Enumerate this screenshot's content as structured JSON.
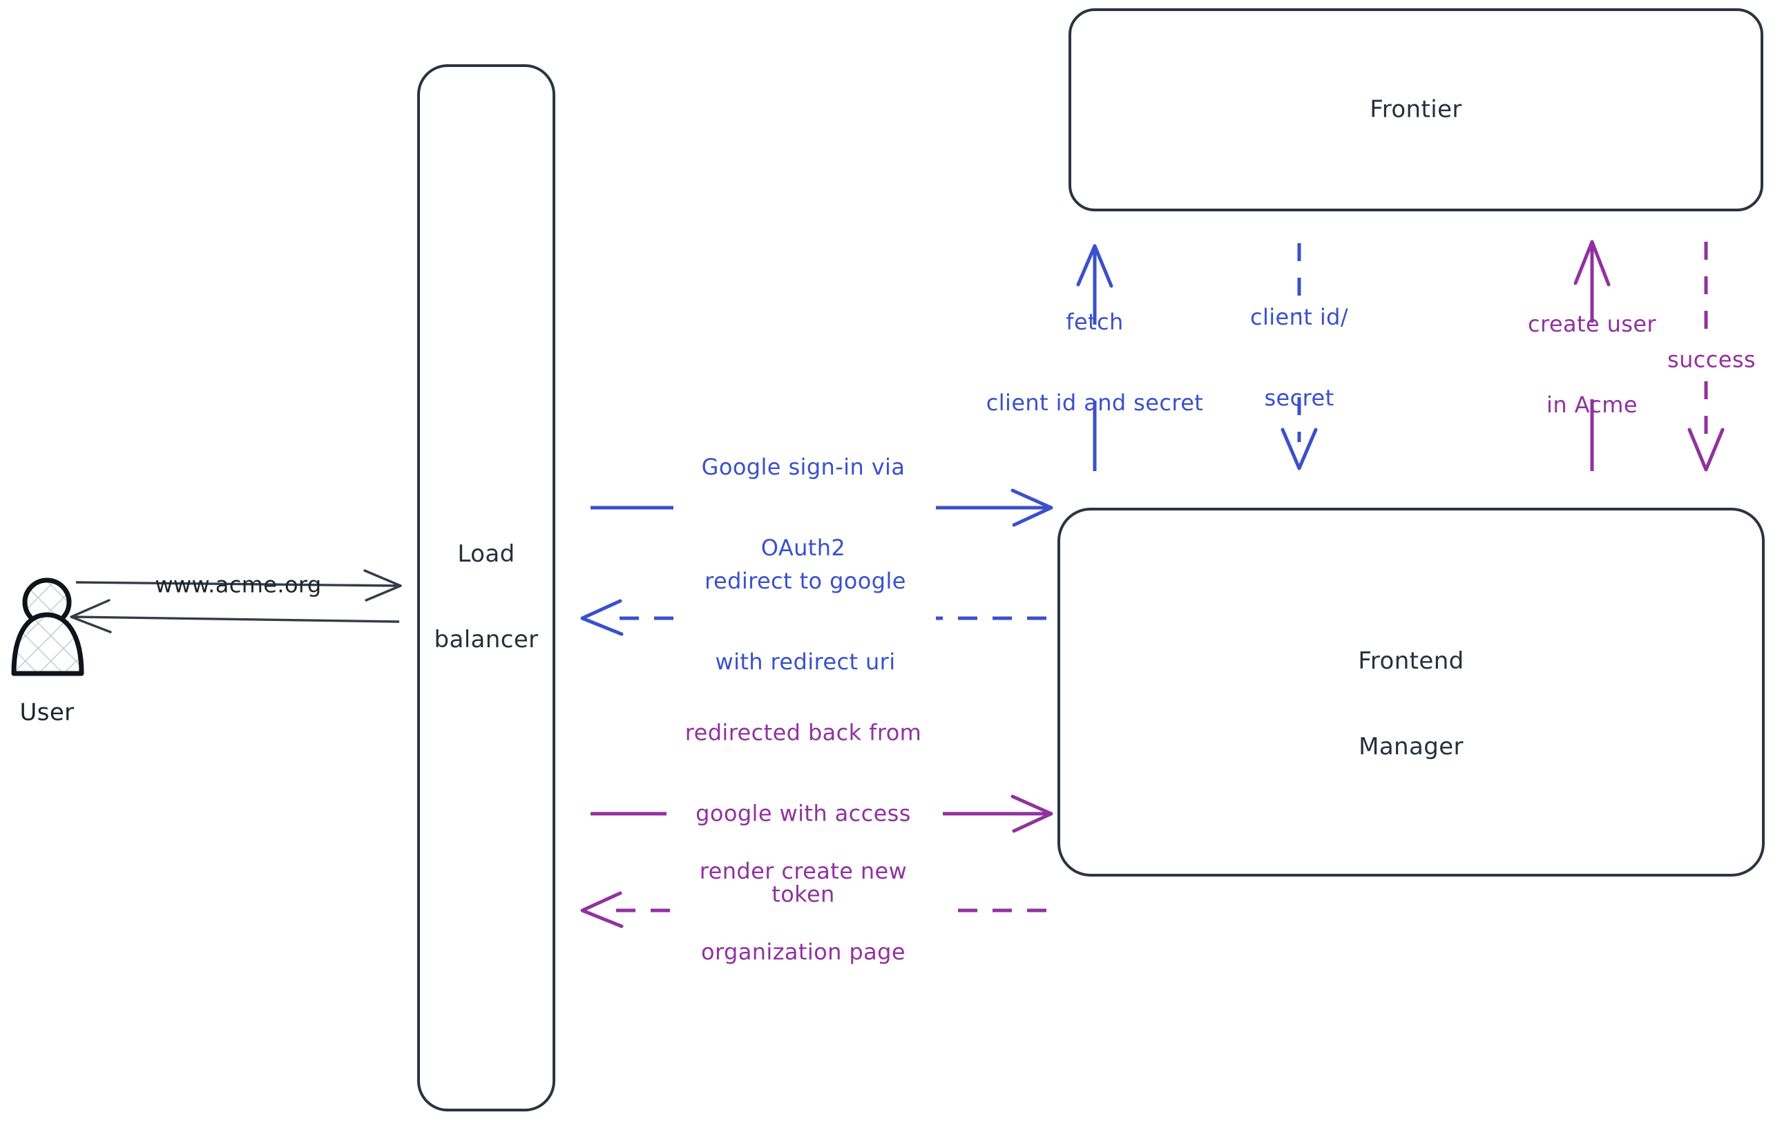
{
  "diagram": {
    "type": "sequence-flow",
    "title": "Acme Google OAuth2 sign-in flow",
    "background_color": "#ffffff",
    "colors": {
      "node_stroke": "#2b3440",
      "node_fill": "#ffffff",
      "actor_stroke": "#101418",
      "actor_hatch": "#c4cbd8",
      "blue": "#3a50cc",
      "purple": "#91319f",
      "dark_line": "#333c48"
    }
  },
  "actors": [
    {
      "id": "user",
      "name": "User",
      "label": "User",
      "shape": "person",
      "filled": "cross-hatch"
    }
  ],
  "nodes": [
    {
      "id": "load-balancer",
      "label": "Load\nbalancer",
      "line1": "Load",
      "line2": "balancer",
      "shape": "rounded-rectangle"
    },
    {
      "id": "frontier",
      "label": "Frontier",
      "line1": "Frontier",
      "line2": "",
      "shape": "rounded-rectangle"
    },
    {
      "id": "frontend-manager",
      "label": "Frontend\nManager",
      "line1": "Frontend",
      "line2": "Manager",
      "shape": "rounded-rectangle"
    }
  ],
  "edges": [
    {
      "id": "user-to-lb",
      "label": "www.acme.org",
      "from": "user",
      "to": "load-balancer",
      "style": "solid",
      "direction": "right",
      "color": "#333c48"
    },
    {
      "id": "lb-to-user",
      "label": "",
      "from": "load-balancer",
      "to": "user",
      "style": "solid",
      "direction": "left",
      "color": "#333c48"
    },
    {
      "id": "lb-to-fm-signin",
      "label": "Google sign-in via\nOAuth2",
      "line1": "Google sign-in via",
      "line2": "OAuth2",
      "from": "load-balancer",
      "to": "frontend-manager",
      "style": "solid",
      "direction": "right",
      "color": "#3a50cc"
    },
    {
      "id": "fm-to-lb-redirect",
      "label": "redirect to google\nwith redirect uri",
      "line1": "redirect to google",
      "line2": "with redirect uri",
      "from": "frontend-manager",
      "to": "load-balancer",
      "style": "dashed",
      "direction": "left",
      "color": "#3a50cc"
    },
    {
      "id": "lb-to-fm-callback",
      "label": "redirected back from\ngoogle with access\ntoken",
      "line1": "redirected back from",
      "line2": "google with access",
      "line3": "token",
      "from": "load-balancer",
      "to": "frontend-manager",
      "style": "solid",
      "direction": "right",
      "color": "#91319f"
    },
    {
      "id": "fm-to-lb-render",
      "label": "render create new\norganization page",
      "line1": "render create new",
      "line2": "organization page",
      "from": "frontend-manager",
      "to": "load-balancer",
      "style": "dashed",
      "direction": "left",
      "color": "#91319f"
    },
    {
      "id": "fm-to-frontier-fetch",
      "label": "fetch\nclient id and secret",
      "line1": "fetch",
      "line2": "client id and secret",
      "from": "frontend-manager",
      "to": "frontier",
      "style": "solid",
      "direction": "up",
      "color": "#3a50cc"
    },
    {
      "id": "frontier-to-fm-creds",
      "label": "client id/\nsecret",
      "line1": "client id/",
      "line2": "secret",
      "from": "frontier",
      "to": "frontend-manager",
      "style": "dashed",
      "direction": "down",
      "color": "#3a50cc"
    },
    {
      "id": "fm-to-frontier-create",
      "label": "create user\nin Acme",
      "line1": "create user",
      "line2": "in Acme",
      "from": "frontend-manager",
      "to": "frontier",
      "style": "solid",
      "direction": "up",
      "color": "#91319f"
    },
    {
      "id": "frontier-to-fm-success",
      "label": "success",
      "line1": "success",
      "line2": "",
      "from": "frontier",
      "to": "frontend-manager",
      "style": "dashed",
      "direction": "down",
      "color": "#91319f"
    }
  ]
}
